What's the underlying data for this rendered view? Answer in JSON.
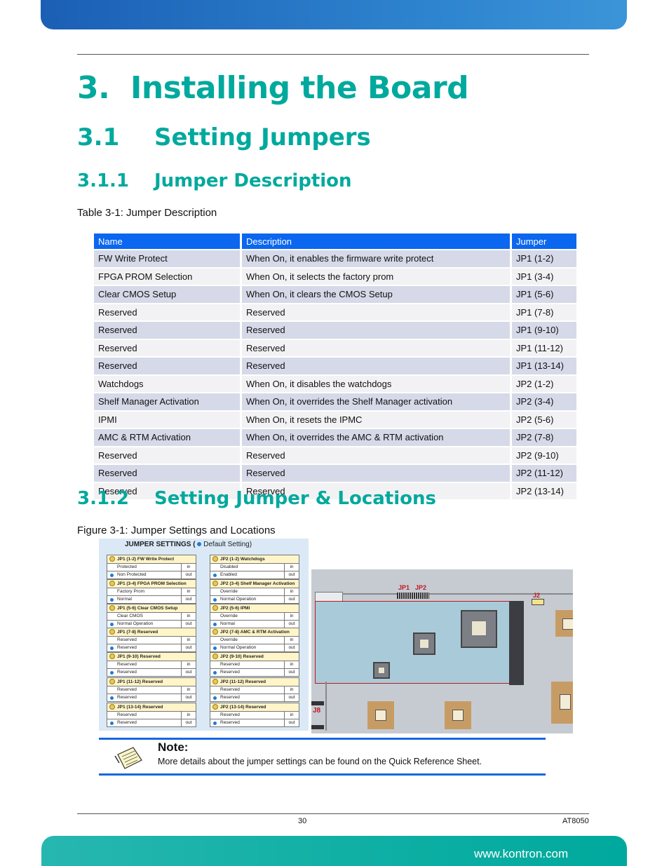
{
  "heading1": {
    "number": "3.",
    "text": "Installing the Board"
  },
  "heading2": {
    "number": "3.1",
    "text": "Setting Jumpers"
  },
  "heading3a": {
    "number": "3.1.1",
    "text": "Jumper Description"
  },
  "table_caption": "Table 3-1: Jumper Description",
  "table": {
    "headers": [
      "Name",
      "Description",
      "Jumper"
    ],
    "rows": [
      [
        "FW Write Protect",
        "When On, it enables the firmware write protect",
        "JP1 (1-2)"
      ],
      [
        "FPGA PROM Selection",
        "When On, it selects the factory prom",
        "JP1 (3-4)"
      ],
      [
        "Clear CMOS Setup",
        "When On, it clears the CMOS Setup",
        "JP1 (5-6)"
      ],
      [
        "Reserved",
        "Reserved",
        "JP1 (7-8)"
      ],
      [
        "Reserved",
        "Reserved",
        "JP1 (9-10)"
      ],
      [
        "Reserved",
        "Reserved",
        "JP1 (11-12)"
      ],
      [
        "Reserved",
        "Reserved",
        "JP1 (13-14)"
      ],
      [
        "Watchdogs",
        "When On, it disables the watchdogs",
        "JP2 (1-2)"
      ],
      [
        "Shelf Manager Activation",
        "When On, it overrides the Shelf Manager activation",
        "JP2 (3-4)"
      ],
      [
        "IPMI",
        "When On, it resets the IPMC",
        "JP2 (5-6)"
      ],
      [
        "AMC & RTM Activation",
        "When On, it overrides the AMC & RTM activation",
        "JP2 (7-8)"
      ],
      [
        "Reserved",
        "Reserved",
        "JP2 (9-10)"
      ],
      [
        "Reserved",
        "Reserved",
        "JP2 (11-12)"
      ],
      [
        "Reserved",
        "Reserved",
        "JP2 (13-14)"
      ]
    ]
  },
  "heading3b": {
    "number": "3.1.2",
    "text": "Setting Jumper & Locations"
  },
  "figure_caption": "Figure 3-1: Jumper Settings and Locations",
  "figure": {
    "title": "JUMPER SETTINGS (",
    "title_default": "Default Setting)",
    "left_column": [
      {
        "header": "JP1 (1-2) FW Write Protect",
        "row1": "Protected",
        "row2": "Non Protected",
        "default_row": 2
      },
      {
        "header": "JP1 (3-4) FPGA PROM Selection",
        "row1": "Factory Prom",
        "row2": "Normal",
        "default_row": 2
      },
      {
        "header": "JP1 (5-6) Clear CMOS Setup",
        "row1": "Clear CMOS",
        "row2": "Normal Operation",
        "default_row": 2
      },
      {
        "header": "JP1 (7-8) Reserved",
        "row1": "Reserved",
        "row2": "Reserved",
        "default_row": 2
      },
      {
        "header": "JP1 (9-10) Reserved",
        "row1": "Reserved",
        "row2": "Reserved",
        "default_row": 2
      },
      {
        "header": "JP1 (11-12) Reserved",
        "row1": "Reserved",
        "row2": "Reserved",
        "default_row": 2
      },
      {
        "header": "JP1 (13-14) Reserved",
        "row1": "Reserved",
        "row2": "Reserved",
        "default_row": 2
      }
    ],
    "right_column": [
      {
        "header": "JP2 (1-2) Watchdogs",
        "row1": "Disabled",
        "row2": "Enabled",
        "default_row": 2
      },
      {
        "header": "JP2 (3-4) Shelf Manager Activation",
        "row1": "Override",
        "row2": "Normal Operation",
        "default_row": 2
      },
      {
        "header": "JP2 (5-6) IPMI",
        "row1": "Override",
        "row2": "Normal",
        "default_row": 2
      },
      {
        "header": "JP2 (7-8) AMC & RTM Activation",
        "row1": "Override",
        "row2": "Normal Operation",
        "default_row": 2
      },
      {
        "header": "JP2 (9-10) Reserved",
        "row1": "Reserved",
        "row2": "Reserved",
        "default_row": 2
      },
      {
        "header": "JP2 (11-12) Reserved",
        "row1": "Reserved",
        "row2": "Reserved",
        "default_row": 2
      },
      {
        "header": "JP2 (13-14) Reserved",
        "row1": "Reserved",
        "row2": "Reserved",
        "default_row": 2
      }
    ],
    "in_label": "in",
    "out_label": "out",
    "board_labels": {
      "jp1": "JP1",
      "jp2": "JP2",
      "j2": "J2",
      "j8": "J8"
    }
  },
  "note": {
    "title": "Note:",
    "text": "More details about the jumper settings can be found on the Quick Reference Sheet."
  },
  "footer": {
    "page_number": "30",
    "product": "AT8050",
    "url": "www.kontron.com"
  },
  "colors": {
    "heading": "#00a99d",
    "table_header": "#0b66f0",
    "row_shade": "#d6d9e8",
    "note_rule": "#1667e0"
  }
}
